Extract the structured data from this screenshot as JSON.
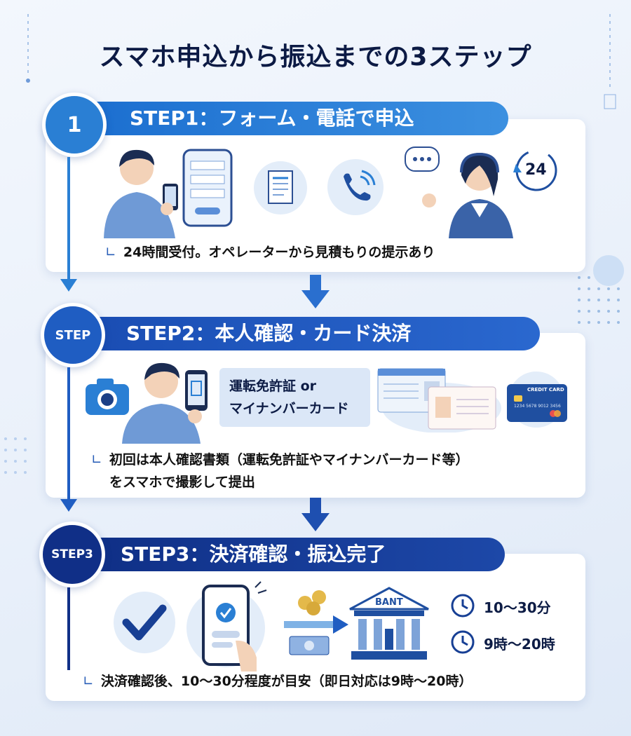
{
  "title": "スマホ申込から振込までの3ステップ",
  "step1": {
    "badge": "1",
    "heading": "STEP1：フォーム・電話で申込",
    "clock_label": "24",
    "note": "24時間受付。オペレーターから見積もりの提示あり"
  },
  "step2": {
    "badge": "STEP",
    "heading": "STEP2：本人確認・カード決済",
    "id_text_line1": "運転免許証 or",
    "id_text_line2": "マイナンバーカード",
    "card_label": "CREDIT CARD",
    "card_number": "1234 5678 9012 3456",
    "note_line1": "初回は本人確認書類（運転免許証やマイナンバーカード等）",
    "note_line2": "をスマホで撮影して提出"
  },
  "step3": {
    "badge": "STEP3",
    "heading": "STEP3：決済確認・振込完了",
    "bank_label": "BANT",
    "time1": "10～30分",
    "time2": "9時～20時",
    "note": "決済確認後、10～30分程度が目安（即日対応は9時～20時）"
  },
  "colors": {
    "step1": "#2a7fd4",
    "step2": "#1f5dc2",
    "step3": "#102f87",
    "accent_light": "#dbe7f7"
  }
}
